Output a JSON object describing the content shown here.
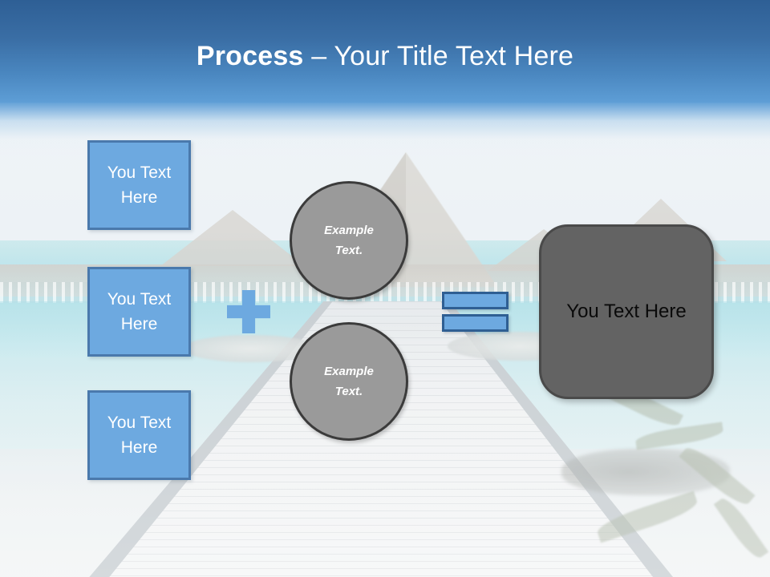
{
  "slide": {
    "title_bold": "Process",
    "title_rest": " – Your Title Text Here",
    "title_full": "Process – Your Title Text Here"
  },
  "theme": {
    "header_gradient_top": "#2e5f95",
    "header_gradient_bottom": "#5e9ed6",
    "accent_blue_fill": "#6da9e0",
    "accent_blue_border": "#4a79ac",
    "gray_circle_fill": "#9a9a9a",
    "gray_circle_border": "#3b3b3b",
    "gray_box_fill": "#636363",
    "title_color": "#ffffff",
    "box_text_color": "#ffffff",
    "result_text_color": "#0a0a0a"
  },
  "input_boxes": [
    {
      "label": "You Text Here"
    },
    {
      "label": "You Text Here"
    },
    {
      "label": "You Text Here"
    }
  ],
  "operators": {
    "plus": "+",
    "equals": "="
  },
  "circles": [
    {
      "line1": "Example",
      "line2": "Text."
    },
    {
      "line1": "Example",
      "line2": "Text."
    }
  ],
  "result": {
    "label": "You Text Here"
  },
  "background": {
    "scene": "tropical-overwater-bungalow-pier"
  }
}
